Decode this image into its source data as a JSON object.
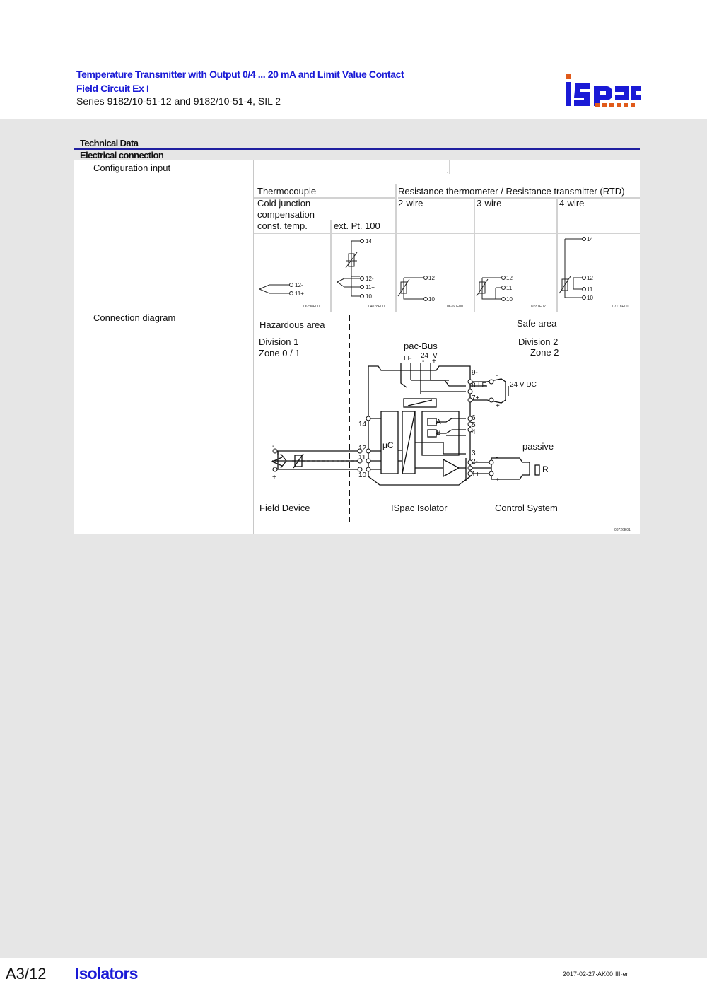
{
  "header": {
    "title": "Temperature Transmitter with Output 0/4 ... 20 mA and Limit Value Contact",
    "subtitle": "Field Circuit Ex I",
    "series": "Series 9182/10-51-12 and 9182/10-51-4, SIL 2",
    "logo_text": "ISpac",
    "brand_color": "#1a1ad6",
    "logo_accent_color": "#e05a1a"
  },
  "section": {
    "title": "Technical Data",
    "subtitle": "Electrical connection"
  },
  "rows": {
    "configuration_input": "Configuration input",
    "connection_diagram": "Connection diagram"
  },
  "config_table": {
    "thermocouple": "Thermocouple",
    "rtd": "Resistance thermometer / Resistance transmitter (RTD)",
    "cold_junction_lines": [
      "Cold junction",
      "compensation",
      "const. temp."
    ],
    "ext_pt100": "ext. Pt. 100",
    "two_wire": "2-wire",
    "three_wire": "3-wire",
    "four_wire": "4-wire",
    "terminal_labels": {
      "tc_const": [
        "12-",
        "11+"
      ],
      "tc_ext": [
        "14",
        "12-",
        "11+",
        "10"
      ],
      "rtd_2": [
        "12",
        "10"
      ],
      "rtd_3": [
        "12",
        "11",
        "10"
      ],
      "rtd_4": [
        "14",
        "12",
        "11",
        "10"
      ]
    },
    "figure_codes": [
      "06798E00",
      "04078E00",
      "06760E00",
      "09781E02",
      "07118E00"
    ]
  },
  "connection_diagram": {
    "hazardous_area": "Hazardous area",
    "division_1": "Division 1",
    "zone_0_1": "Zone 0 / 1",
    "safe_area": "Safe area",
    "division_2": "Division 2",
    "zone_2": "Zone 2",
    "pac_bus": "pac-Bus",
    "bus_lf": "LF",
    "bus_24": "24",
    "bus_v": "V",
    "bus_minus": "-",
    "bus_plus": "+",
    "terminals_right": [
      "9-",
      "8",
      "LF",
      "7+",
      "6",
      "5",
      "4",
      "3",
      "2-",
      "1+"
    ],
    "terminals_left": [
      "14",
      "12",
      "11",
      "10"
    ],
    "relay_a": "A",
    "relay_b": "B",
    "mu_c": "μC",
    "supply": "24  V DC",
    "passive": "passive",
    "load": "R",
    "minus": "-",
    "plus": "+",
    "field_device": "Field Device",
    "isolator": "ISpac Isolator",
    "control_system": "Control System",
    "figure_code": "06726E01"
  },
  "footer": {
    "page": "A3/12",
    "title": "Isolators",
    "doc_code": "2017-02-27·AK00·III·en"
  }
}
